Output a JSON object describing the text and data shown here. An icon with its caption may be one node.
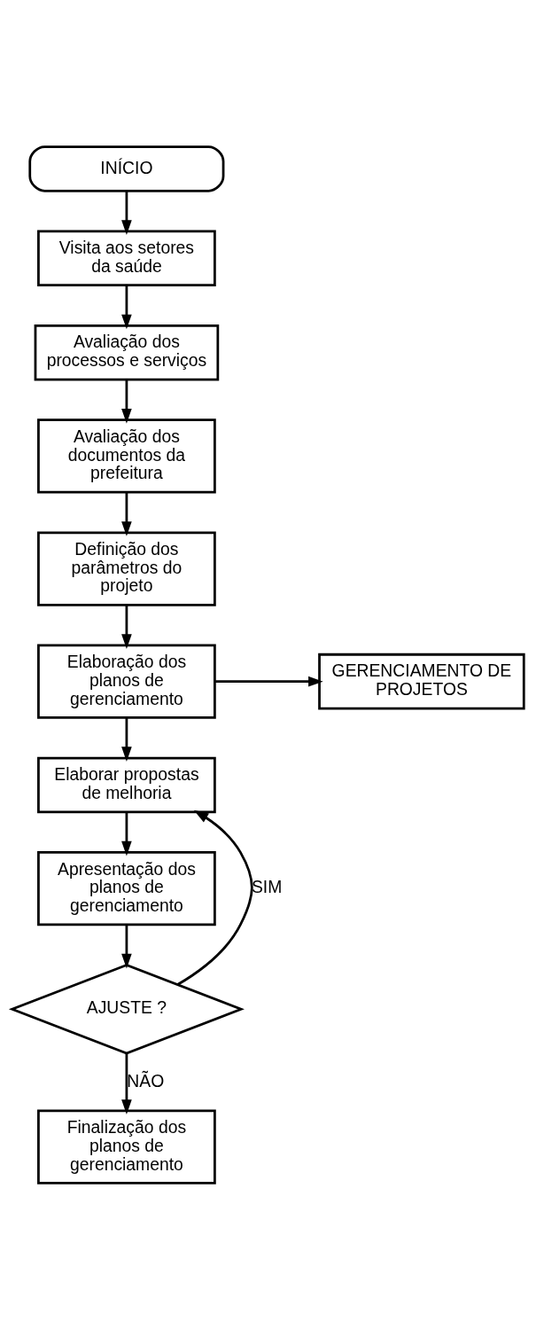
{
  "diagram": {
    "nodes": [
      {
        "text": [
          "INÍCIO"
        ]
      },
      {
        "text": [
          "Visita aos setores da saúde"
        ]
      },
      {
        "text": [
          "Avaliação dos processos e serviços"
        ]
      },
      {
        "text": [
          "Avaliação dos documentos da prefeitura"
        ]
      },
      {
        "text": [
          "Definição dos parâmetros do projeto"
        ]
      },
      {
        "text": [
          "Elaboração dos planos de gerenciamento"
        ]
      },
      {
        "text": [
          "GERENCIAMENTO DE PROJETOS"
        ]
      },
      {
        "text": [
          "Elaborar propostas de melhoria"
        ]
      },
      {
        "text": [
          "Apresentação dos planos de gerenciamento"
        ]
      },
      {
        "text": [
          "AJUSTE ?"
        ]
      },
      {
        "text": [
          "Finalização dos planos de gerenciamento"
        ]
      }
    ],
    "edges": [
      {
        "from": 0,
        "to": 1,
        "arrow": "to"
      },
      {
        "from": 1,
        "to": 2,
        "arrow": "to"
      },
      {
        "from": 2,
        "to": 3,
        "arrow": "to"
      },
      {
        "from": 3,
        "to": 4,
        "arrow": "to"
      },
      {
        "from": 4,
        "to": 5,
        "arrow": "to"
      },
      {
        "from": 5,
        "to": 6,
        "arrow": "to"
      },
      {
        "from": 5,
        "to": 7,
        "arrow": "to"
      },
      {
        "from": 7,
        "to": 8,
        "arrow": "to"
      },
      {
        "from": 8,
        "to": 9,
        "arrow": "to"
      },
      {
        "from": 9,
        "to": 7,
        "arrow": "to",
        "label": "SIM"
      },
      {
        "from": 9,
        "to": 10,
        "arrow": "to",
        "label": "NÃO"
      }
    ]
  }
}
